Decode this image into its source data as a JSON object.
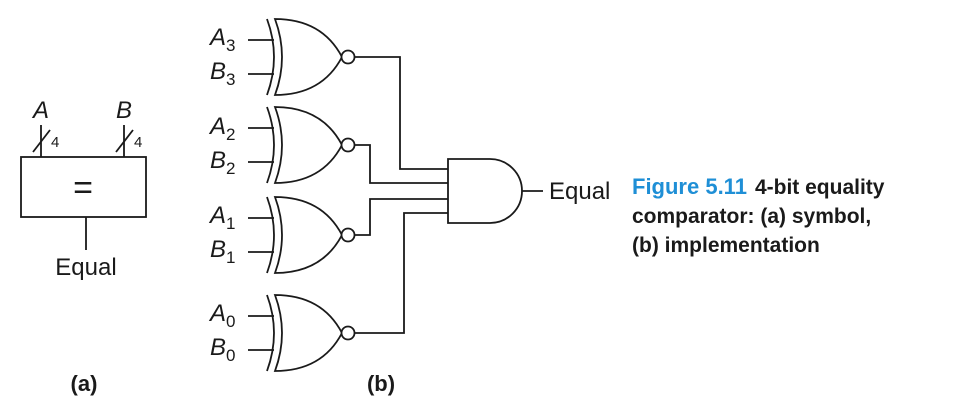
{
  "symbol": {
    "input_a": "A",
    "input_b": "B",
    "bus_width_a": "4",
    "bus_width_b": "4",
    "operator": "=",
    "output": "Equal",
    "panel_label": "(a)"
  },
  "implementation": {
    "gates": [
      {
        "a_letter": "A",
        "a_sub": "3",
        "b_letter": "B",
        "b_sub": "3"
      },
      {
        "a_letter": "A",
        "a_sub": "2",
        "b_letter": "B",
        "b_sub": "2"
      },
      {
        "a_letter": "A",
        "a_sub": "1",
        "b_letter": "B",
        "b_sub": "1"
      },
      {
        "a_letter": "A",
        "a_sub": "0",
        "b_letter": "B",
        "b_sub": "0"
      }
    ],
    "output": "Equal",
    "panel_label": "(b)"
  },
  "caption": {
    "number": "Figure 5.11",
    "line1": "4-bit equality",
    "line2": "comparator: (a) symbol,",
    "line3": "(b) implementation"
  },
  "colors": {
    "caption_accent": "#1f8fd6",
    "ink": "#1a1a1a"
  }
}
